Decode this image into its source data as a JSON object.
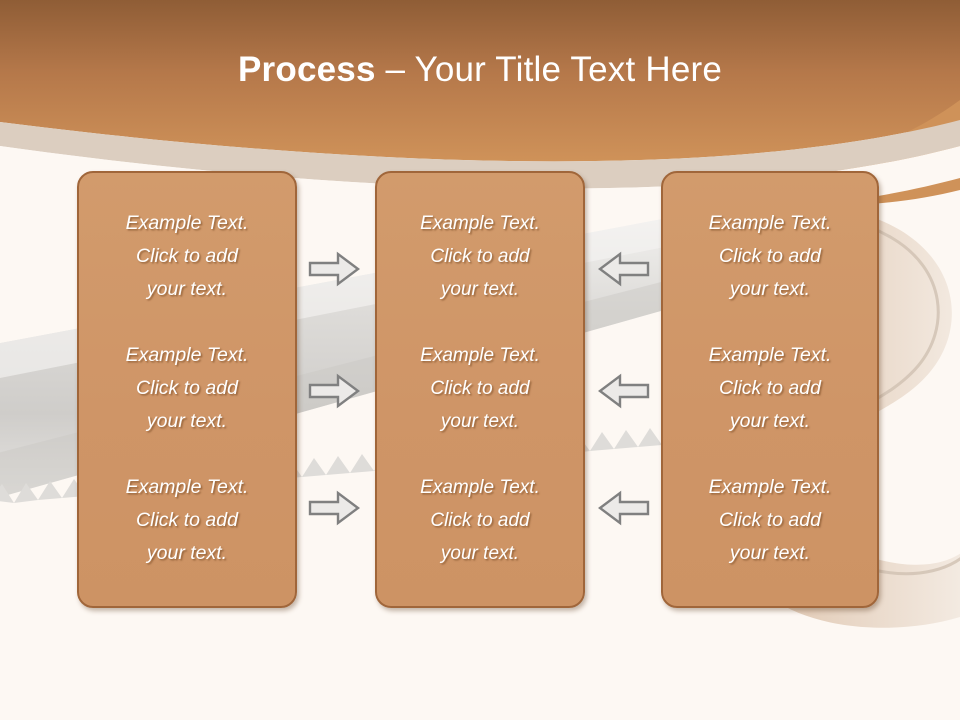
{
  "slide": {
    "title": {
      "bold_part": "Process",
      "dash": " – ",
      "regular_part": "Your Title Text Here"
    },
    "theme": {
      "header_gradient_top": "#97643a",
      "header_gradient_bottom": "#cb8d54",
      "swoosh_color": "#ded0c2",
      "body_background": "#fdf8f3",
      "box_fill": "#d09a6b",
      "box_border": "#a0663a",
      "text_color": "#ffffff",
      "arrow_fill": "#eceae8",
      "arrow_stroke": "#808080",
      "saw_blade_color": "#d8d8d6",
      "saw_handle_color": "#e8d6c6"
    },
    "background_art": {
      "name": "handsaw-illustration",
      "elements": [
        "saw-blade",
        "saw-teeth",
        "saw-handle",
        "header-swoosh"
      ]
    },
    "columns": [
      {
        "name": "column-1",
        "cells": [
          "Example Text.\nClick  to add\nyour text.",
          "Example Text.\nClick  to add\nyour text.",
          "Example Text.\nClick  to add\nyour text."
        ]
      },
      {
        "name": "column-2",
        "cells": [
          "Example Text.\nClick  to add\nyour text.",
          "Example Text.\nClick  to add\nyour text.",
          "Example Text.\nClick  to add\nyour text."
        ]
      },
      {
        "name": "column-3",
        "cells": [
          "Example Text.\nClick  to add\nyour text.",
          "Example Text.\nClick  to add\nyour text.",
          "Example Text.\nClick  to add\nyour text."
        ]
      }
    ],
    "arrows": {
      "left_group_direction": "right",
      "right_group_direction": "left",
      "count_per_group": 3
    }
  }
}
